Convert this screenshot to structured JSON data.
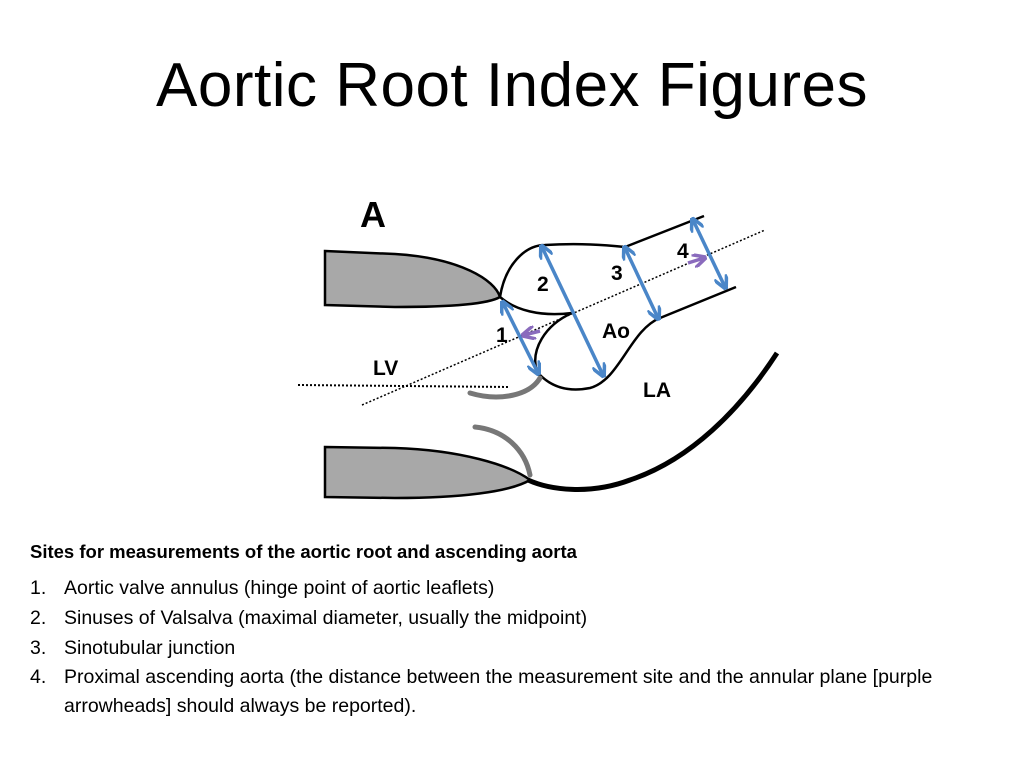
{
  "title": "Aortic Root Index Figures",
  "figure": {
    "panel_label": "A",
    "labels": {
      "m1": "1",
      "m2": "2",
      "m3": "3",
      "m4": "4",
      "ao": "Ao",
      "lv": "LV",
      "la": "LA"
    },
    "colors": {
      "arrow_blue": "#4a86c8",
      "arrow_purple": "#8a6bbd",
      "tissue_gray": "#a8a8a8"
    }
  },
  "subheading": "Sites for measurements of the aortic root and ascending aorta",
  "items": [
    {
      "num": "1.",
      "text": "Aortic valve annulus (hinge point of aortic leaflets)"
    },
    {
      "num": "2.",
      "text": "Sinuses of Valsalva (maximal diameter, usually the midpoint)"
    },
    {
      "num": "3.",
      "text": "Sinotubular junction"
    },
    {
      "num": "4.",
      "text": "Proximal ascending aorta (the distance between the measurement site and the annular plane [purple arrowheads] should always be reported)."
    }
  ]
}
